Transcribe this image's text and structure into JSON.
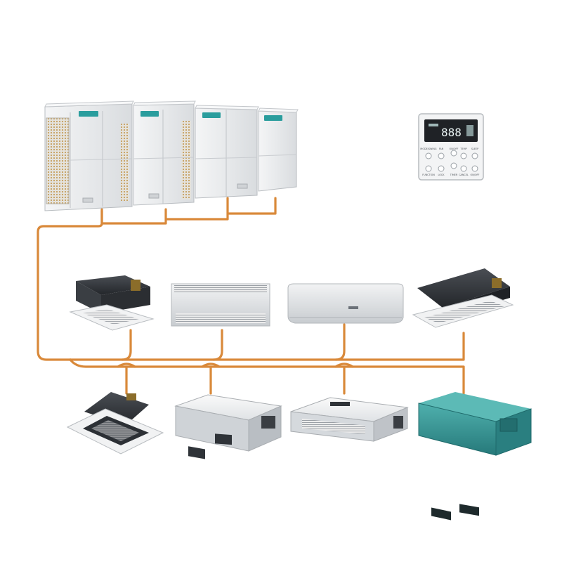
{
  "colors": {
    "pipe": "#d9893a",
    "background": "#ffffff",
    "unit_body": "#eceef0",
    "unit_grille": "#c9a66b",
    "brand_badge": "#2a9d9d",
    "panel_dark": "#2f3338",
    "duct_teal": "#2e8c8c"
  },
  "outdoor_units": [
    {
      "icon": "vrf-outdoor-unit-icon"
    },
    {
      "icon": "vrf-outdoor-unit-icon"
    },
    {
      "icon": "vrf-outdoor-unit-icon"
    },
    {
      "icon": "vrf-outdoor-unit-icon"
    }
  ],
  "controller": {
    "icon": "wired-controller-icon",
    "display_digits": "888",
    "button_labels_top": [
      "MODE/SWING",
      "FAN",
      "ON/OFF",
      "TEMP",
      "SLEEP"
    ],
    "button_labels_bottom": [
      "FUNCTION",
      "LOCK",
      "TIMER",
      "CANCEL",
      "ON/OFF"
    ]
  },
  "indoor_units_row1": [
    {
      "icon": "four-way-cassette-icon"
    },
    {
      "icon": "floor-ceiling-unit-icon"
    },
    {
      "icon": "wall-mounted-split-icon"
    },
    {
      "icon": "one-way-cassette-icon"
    }
  ],
  "indoor_units_row2": [
    {
      "icon": "compact-cassette-icon"
    },
    {
      "icon": "medium-static-duct-icon"
    },
    {
      "icon": "slim-duct-icon"
    },
    {
      "icon": "high-static-duct-icon"
    }
  ]
}
